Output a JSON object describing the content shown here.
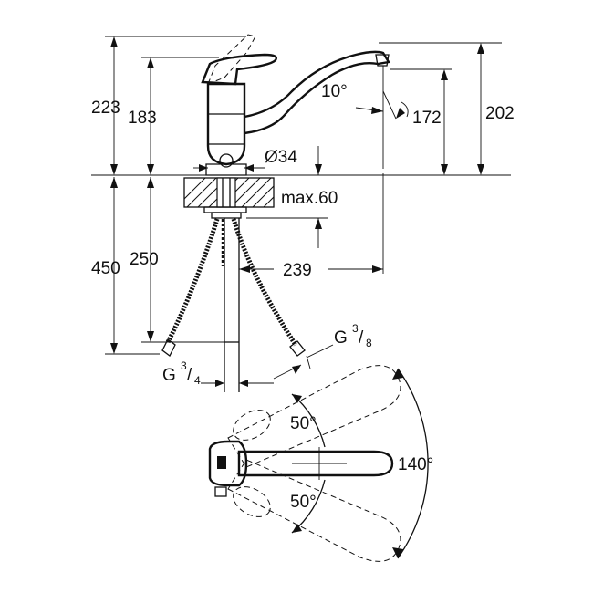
{
  "dimensions": {
    "overall_height": "223",
    "lever_height": "183",
    "spout_height": "202",
    "spout_clearance": "172",
    "spout_angle": "10°",
    "body_diameter": "Ø34",
    "max_counter_thickness": "max.60",
    "spout_reach": "239",
    "hose_length": "450",
    "shank_length": "250",
    "hose_connection": {
      "prefix": "G",
      "num": "3",
      "den": "8"
    },
    "shank_thread": {
      "prefix": "G",
      "num": "3",
      "den": "4"
    },
    "swivel_angle_top": "50°",
    "swivel_angle_bottom": "50°",
    "swivel_angle_total": "140°"
  }
}
